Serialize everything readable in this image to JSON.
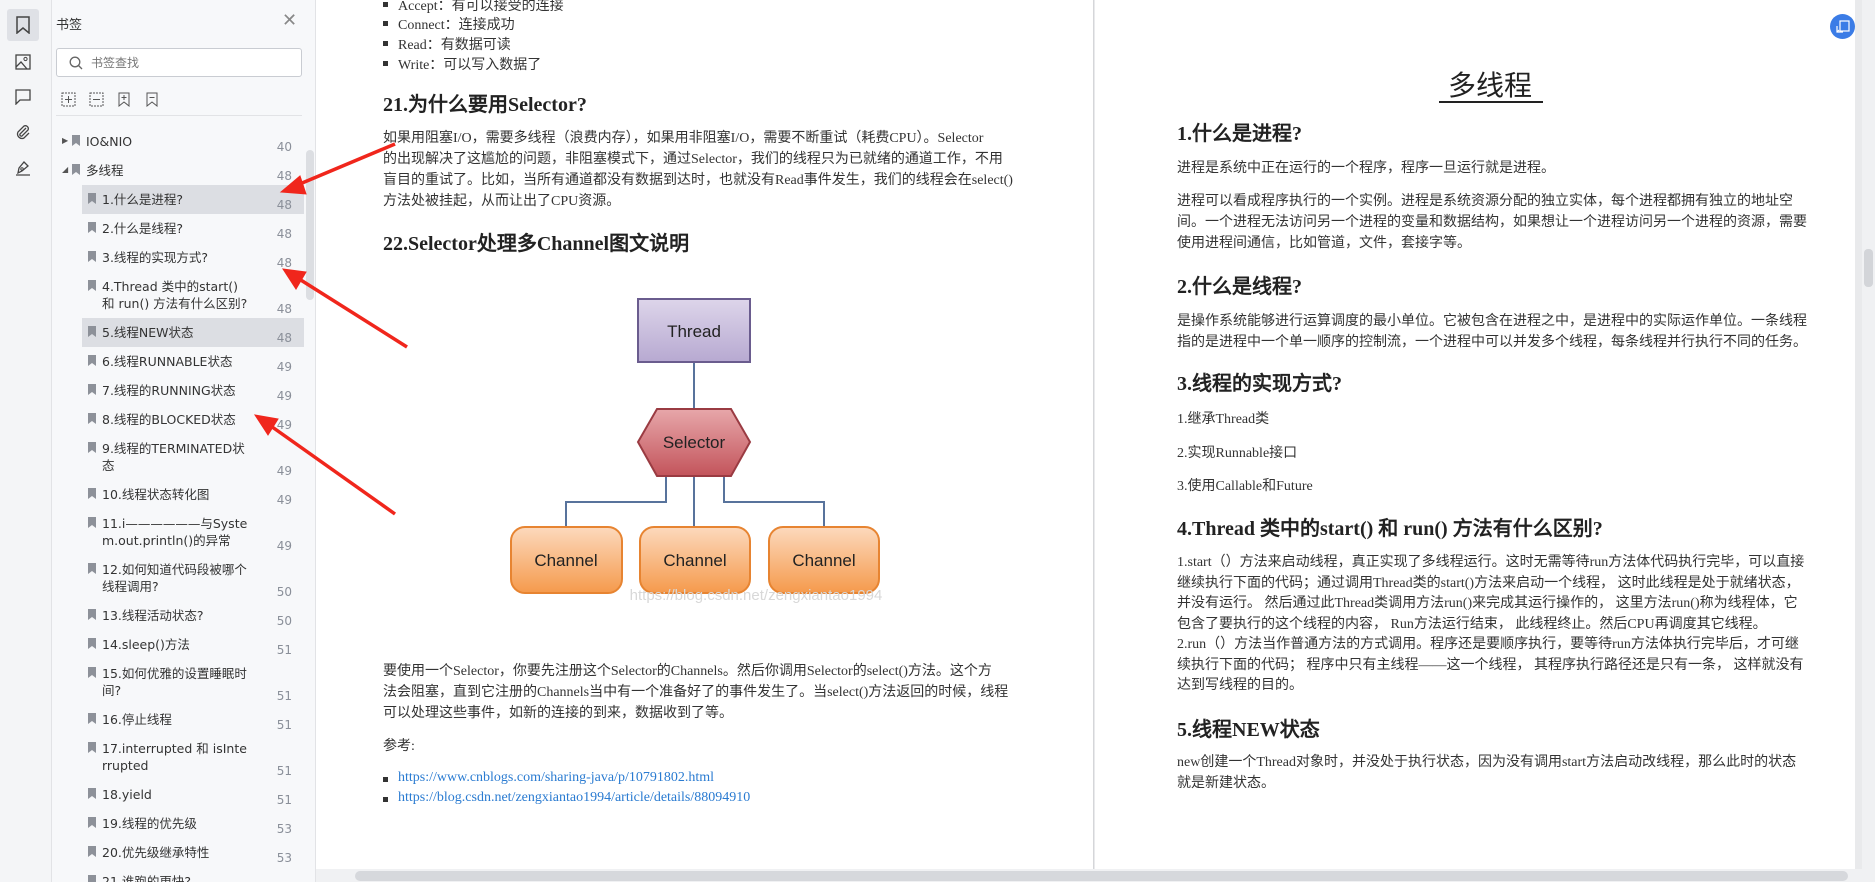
{
  "rail": {
    "icons": [
      "bookmark-icon",
      "image-icon",
      "comment-icon",
      "attachment-icon",
      "sign-icon"
    ]
  },
  "panel": {
    "title": "书签",
    "search_placeholder": "书签查找",
    "items": [
      {
        "label": "IO&NIO",
        "page": "40",
        "level": 0,
        "expanded": false
      },
      {
        "label": "多线程",
        "page": "48",
        "level": 0,
        "expanded": true
      },
      {
        "label": "1.什么是进程?",
        "page": "48",
        "level": 1,
        "selected": true
      },
      {
        "label": "2.什么是线程?",
        "page": "48",
        "level": 1
      },
      {
        "label": "3.线程的实现方式?",
        "page": "48",
        "level": 1
      },
      {
        "label": "4.Thread 类中的start() 和 run() 方法有什么区别?",
        "page": "48",
        "level": 1,
        "two": true
      },
      {
        "label": "5.线程NEW状态",
        "page": "48",
        "level": 1,
        "selected": true
      },
      {
        "label": "6.线程RUNNABLE状态",
        "page": "49",
        "level": 1
      },
      {
        "label": "7.线程的RUNNING状态",
        "page": "49",
        "level": 1
      },
      {
        "label": "8.线程的BLOCKED状态",
        "page": "49",
        "level": 1
      },
      {
        "label": "9.线程的TERMINATED状态",
        "page": "49",
        "level": 1,
        "two": true
      },
      {
        "label": "10.线程状态转化图",
        "page": "49",
        "level": 1
      },
      {
        "label": "11.i——————与System.out.println()的异常",
        "page": "49",
        "level": 1,
        "two": true
      },
      {
        "label": "12.如何知道代码段被哪个线程调用?",
        "page": "50",
        "level": 1,
        "two": true
      },
      {
        "label": "13.线程活动状态?",
        "page": "50",
        "level": 1
      },
      {
        "label": "14.sleep()方法",
        "page": "51",
        "level": 1
      },
      {
        "label": "15.如何优雅的设置睡眠时间?",
        "page": "51",
        "level": 1,
        "two": true
      },
      {
        "label": "16.停止线程",
        "page": "51",
        "level": 1
      },
      {
        "label": "17.interrupted 和 isInterrupted",
        "page": "51",
        "level": 1,
        "two": true
      },
      {
        "label": "18.yield",
        "page": "51",
        "level": 1
      },
      {
        "label": "19.线程的优先级",
        "page": "53",
        "level": 1
      },
      {
        "label": "20.优先级继承特性",
        "page": "53",
        "level": 1
      },
      {
        "label": "21.谁跑的更快?",
        "page": "",
        "level": 1
      }
    ]
  },
  "left_page": {
    "bullets": [
      "Accept：有可以接受的连接",
      "Connect：连接成功",
      "Read：有数据可读",
      "Write：可以写入数据了"
    ],
    "h21": "21.为什么要用Selector?",
    "p21": [
      "如果用阻塞I/O，需要多线程（浪费内存），如果用非阻塞I/O，需要不断重试（耗费CPU）。Selector",
      "的出现解决了这尴尬的问题，非阻塞模式下，通过Selector，我们的线程只为已就绪的通道工作，不用",
      "盲目的重试了。比如，当所有通道都没有数据到达时，也就没有Read事件发生，我们的线程会在select()",
      "方法处被挂起，从而让出了CPU资源。"
    ],
    "h22": "22.Selector处理多Channel图文说明",
    "diagram": {
      "thread": "Thread",
      "selector": "Selector",
      "channels": [
        "Channel",
        "Channel",
        "Channel"
      ],
      "watermark": "https://blog.csdn.net/zengxiantao1994"
    },
    "p_after": [
      "要使用一个Selector，你要先注册这个Selector的Channels。然后你调用Selector的select()方法。这个方",
      "法会阻塞，直到它注册的Channels当中有一个准备好了的事件发生了。当select()方法返回的时候，线程",
      "可以处理这些事件，如新的连接的到来，数据收到了等。"
    ],
    "ref_label": "参考:",
    "links": [
      "https://www.cnblogs.com/sharing-java/p/10791802.html",
      "https://blog.csdn.net/zengxiantao1994/article/details/88094910"
    ]
  },
  "right_page": {
    "title": "多线程",
    "h1": "1.什么是进程?",
    "p1a": "进程是系统中正在运行的一个程序，程序一旦运行就是进程。",
    "p1b": [
      "进程可以看成程序执行的一个实例。进程是系统资源分配的独立实体，每个进程都拥有独立的地址空",
      "间。一个进程无法访问另一个进程的变量和数据结构，如果想让一个进程访问另一个进程的资源，需要",
      "使用进程间通信，比如管道，文件，套接字等。"
    ],
    "h2": "2.什么是线程?",
    "p2": [
      "是操作系统能够进行运算调度的最小单位。它被包含在进程之中，是进程中的实际运作单位。一条线程",
      "指的是进程中一个单一顺序的控制流，一个进程中可以并发多个线程，每条线程并行执行不同的任务。"
    ],
    "h3": "3.线程的实现方式?",
    "items3": [
      "1.继承Thread类",
      "2.实现Runnable接口",
      "3.使用Callable和Future"
    ],
    "h4": "4.Thread 类中的start() 和 run() 方法有什么区别?",
    "p4": [
      "1.start（）方法来启动线程，真正实现了多线程运行。这时无需等待run方法体代码执行完毕，可以直接",
      "继续执行下面的代码；通过调用Thread类的start()方法来启动一个线程， 这时此线程是处于就绪状态，",
      "并没有运行。 然后通过此Thread类调用方法run()来完成其运行操作的， 这里方法run()称为线程体，它",
      "包含了要执行的这个线程的内容， Run方法运行结束， 此线程终止。然后CPU再调度其它线程。",
      "2.run（）方法当作普通方法的方式调用。程序还是要顺序执行，要等待run方法体执行完毕后，才可继",
      "续执行下面的代码； 程序中只有主线程——这一个线程， 其程序执行路径还是只有一条， 这样就没有",
      "达到写线程的目的。"
    ],
    "h5": "5.线程NEW状态",
    "p5": [
      "new创建一个Thread对象时，并没处于执行状态，因为没有调用start方法启动改线程，那么此时的状态",
      "就是新建状态。"
    ]
  },
  "colors": {
    "accent": "#3b7ce6",
    "annotation_arrow": "#f0261c",
    "link": "#2a7bd1",
    "thread_box": "#c9bfdc",
    "selector": "#c9656a",
    "channel": "#f6a860"
  }
}
